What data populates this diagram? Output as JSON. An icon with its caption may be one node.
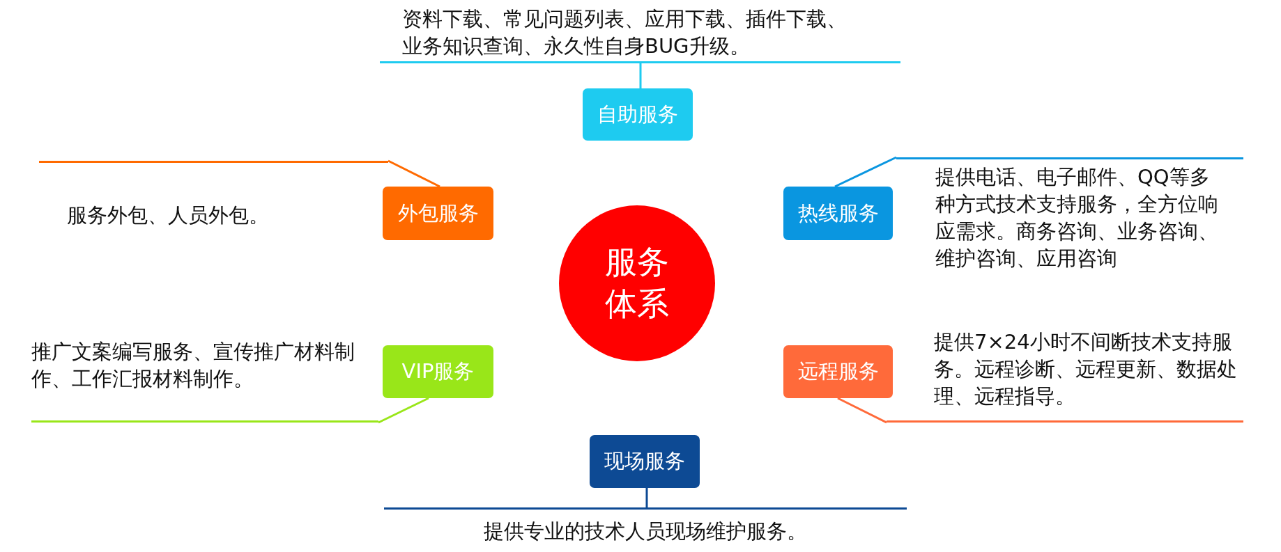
{
  "diagram": {
    "nodes": [
      {
        "text": [
          "资料下载、常见问题列表、应用下载、插件下载、业务知识查询、永久性自身BUG升级。"
        ]
      },
      {
        "text": [
          "自助服务"
        ]
      },
      {
        "text": [
          "外包服务"
        ]
      },
      {
        "text": [
          "服务外包、人员外包。"
        ]
      },
      {
        "text": [
          "热线服务"
        ]
      },
      {
        "text": [
          "提供电话、电子邮件、QQ等多种方式技术支持服务，全方位响应需求。商务咨询、业务咨询、维护咨询、应用咨询"
        ]
      },
      {
        "text": [
          "服务体系"
        ]
      },
      {
        "text": [
          "VIP服务"
        ]
      },
      {
        "text": [
          "推广文案编写服务、宣传推广材料制作、工作汇报材料制作。"
        ]
      },
      {
        "text": [
          "远程服务"
        ]
      },
      {
        "text": [
          "提供7×24小时不间断技术支持服务。远程诊断、远程更新、数据处理、远程指导。"
        ]
      },
      {
        "text": [
          "现场服务"
        ]
      },
      {
        "text": [
          "提供专业的技术人员现场维护服务。"
        ]
      }
    ],
    "edges": [
      {
        "from": 1,
        "to": 0,
        "arrow": "none",
        "color": "#1ecbf0"
      },
      {
        "from": 2,
        "to": 3,
        "arrow": "none",
        "color": "#ff6a00"
      },
      {
        "from": 4,
        "to": 5,
        "arrow": "none",
        "color": "#0a96e0"
      },
      {
        "from": 7,
        "to": 8,
        "arrow": "none",
        "color": "#99e619"
      },
      {
        "from": 9,
        "to": 10,
        "arrow": "none",
        "color": "#ff6a3a"
      },
      {
        "from": 11,
        "to": 12,
        "arrow": "none",
        "color": "#0d4a94"
      }
    ]
  }
}
